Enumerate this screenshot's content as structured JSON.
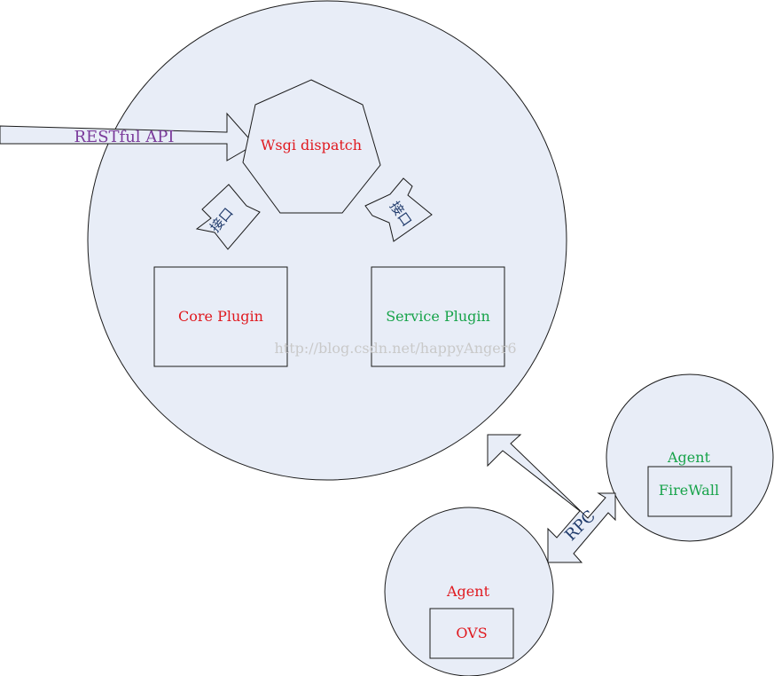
{
  "colors": {
    "shape_fill": "#e8edf7",
    "stroke": "#1a1a1a",
    "red": "#e0191f",
    "green": "#17a34a",
    "purple": "#7a3a9a",
    "navy": "#1f3a6b",
    "watermark": "#c9c9c9"
  },
  "server": {
    "entry_arrow_label": "RESTful API",
    "dispatcher_label": "Wsgi dispatch",
    "interface_left_label": "接口",
    "interface_right_label": "接口",
    "core_plugin_label": "Core Plugin",
    "service_plugin_label": "Service Plugin"
  },
  "agents": {
    "firewall_agent": {
      "title": "Agent",
      "component": "FireWall"
    },
    "ovs_agent": {
      "title": "Agent",
      "component": "OVS"
    }
  },
  "rpc": {
    "label": "RPC"
  },
  "watermark": "http://blog.csdn.net/happyAnger6"
}
